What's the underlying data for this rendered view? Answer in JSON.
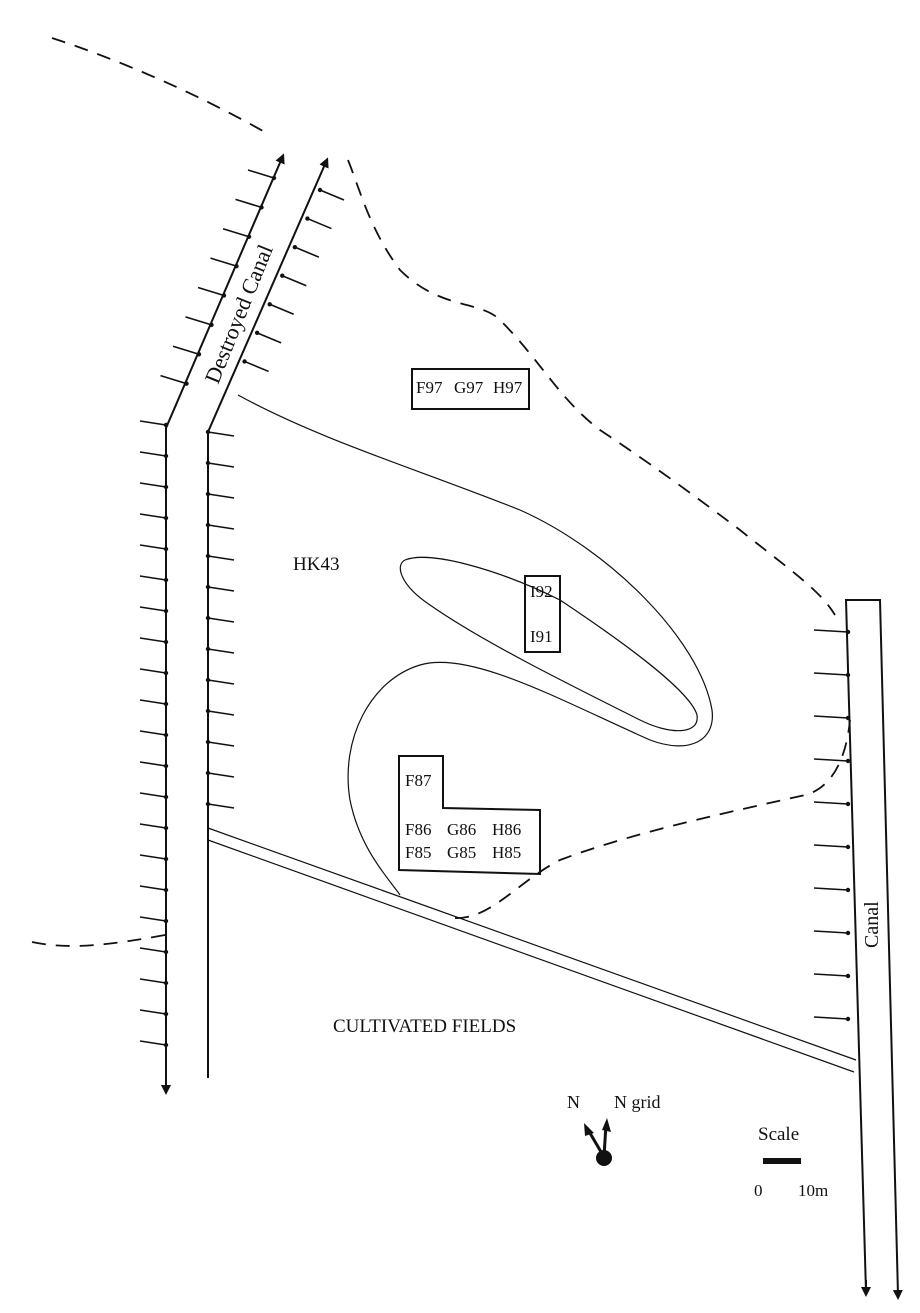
{
  "canals": {
    "destroyed": "Destroyed Canal",
    "right": "Canal"
  },
  "site": "HK43",
  "fields": "CULTIVATED FIELDS",
  "grid_units": {
    "north": [
      "F97",
      "G97",
      "H97"
    ],
    "center": [
      "I92",
      "I91"
    ],
    "south_top": "F87",
    "south_row1": [
      "F86",
      "G86",
      "H86"
    ],
    "south_row2": [
      "F85",
      "G85",
      "H85"
    ]
  },
  "north_arrow": {
    "n_label": "N",
    "grid_label": "N grid"
  },
  "scale": {
    "title": "Scale",
    "min": "0",
    "max": "10m"
  }
}
